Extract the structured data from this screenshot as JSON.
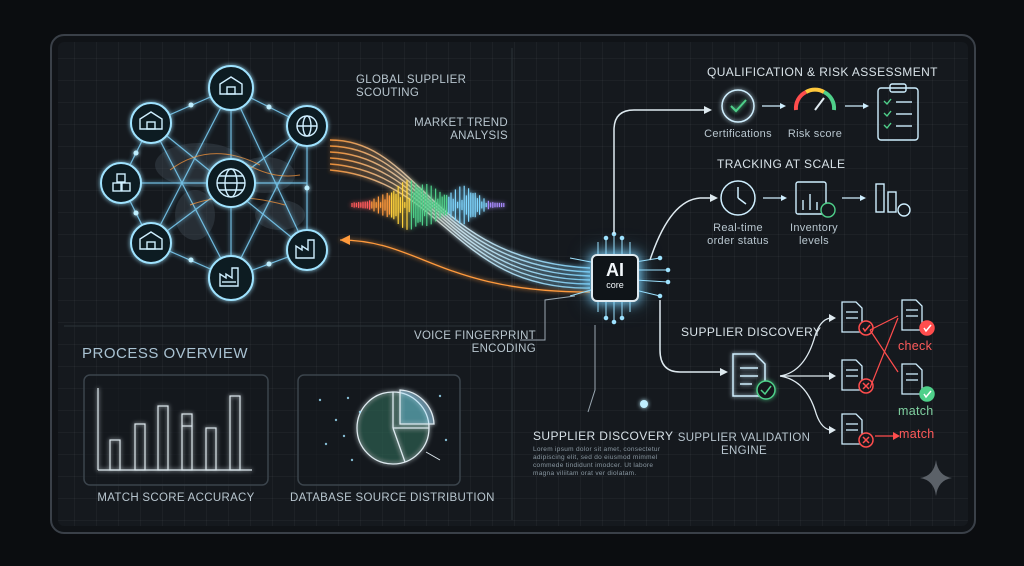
{
  "network": {
    "global_supplier_scouting": "GLOBAL SUPPLIER\nSCOUTING",
    "market_trend_analysis": "MARKET TREND\nANALYSIS",
    "voice_fingerprint_encoding": "VOICE FINGERPRINT\nENCODING"
  },
  "ai_core": {
    "line1": "AI",
    "line2": "core"
  },
  "qualification": {
    "title": "QUALIFICATION & RISK ASSESSMENT",
    "certifications": "Certifications",
    "risk_score": "Risk score"
  },
  "tracking": {
    "title": "TRACKING AT SCALE",
    "order_status": "Real-time\norder status",
    "inventory": "Inventory\nlevels"
  },
  "discovery_right": {
    "title": "SUPPLIER DISCOVERY",
    "validation_engine": "SUPPLIER VALIDATION\nENGINE",
    "check": "check",
    "match1": "match",
    "match2": "match"
  },
  "discovery_bottom": {
    "title": "SUPPLIER DISCOVERY",
    "body": "Lorem ipsum dolor sit amet, consectetur adipiscing elit, sed do eiusmod mimmel commede tindidunt imodcer. Ut labore magna viliitam orat ver diolatam."
  },
  "process": {
    "title": "PROCESS OVERVIEW",
    "match_score": "MATCH SCORE ACCURACY",
    "db_source": "DATABASE SOURCE DISTRIBUTION"
  },
  "colors": {
    "accent": "#7fd6ff",
    "green": "#4fd08a",
    "red": "#ff4d4d",
    "orange": "#ff9a3c"
  },
  "icons": [
    "warehouse-icon",
    "globe-icon",
    "factory-icon",
    "boxes-icon",
    "shield-check-icon",
    "gauge-icon",
    "clipboard-icon",
    "clock-icon",
    "inventory-icon",
    "document-icon",
    "sparkle-icon"
  ]
}
